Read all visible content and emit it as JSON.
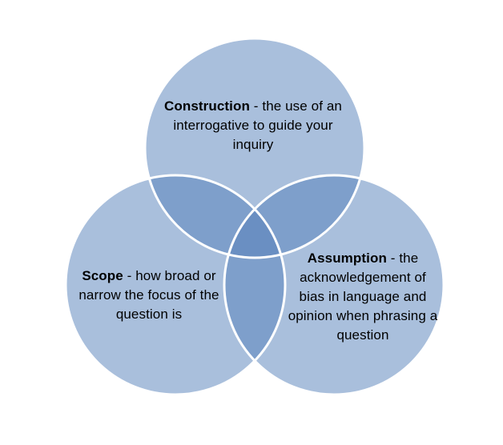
{
  "diagram": {
    "type": "three-circle venn",
    "colors": {
      "circle_fill": "#a9bfdc",
      "circle_stroke": "#ffffff",
      "pair_overlap_fill": "#7e9fcb",
      "center_overlap_fill": "#6a8fc2"
    },
    "circles": [
      {
        "term": "Construction",
        "description": " - the use of an interrogative to guide your inquiry"
      },
      {
        "term": "Scope",
        "description": " - how broad or narrow the focus of the question is"
      },
      {
        "term": "Assumption",
        "description": " - the acknowledgement of bias in language and opinion when phrasing a question"
      }
    ]
  }
}
